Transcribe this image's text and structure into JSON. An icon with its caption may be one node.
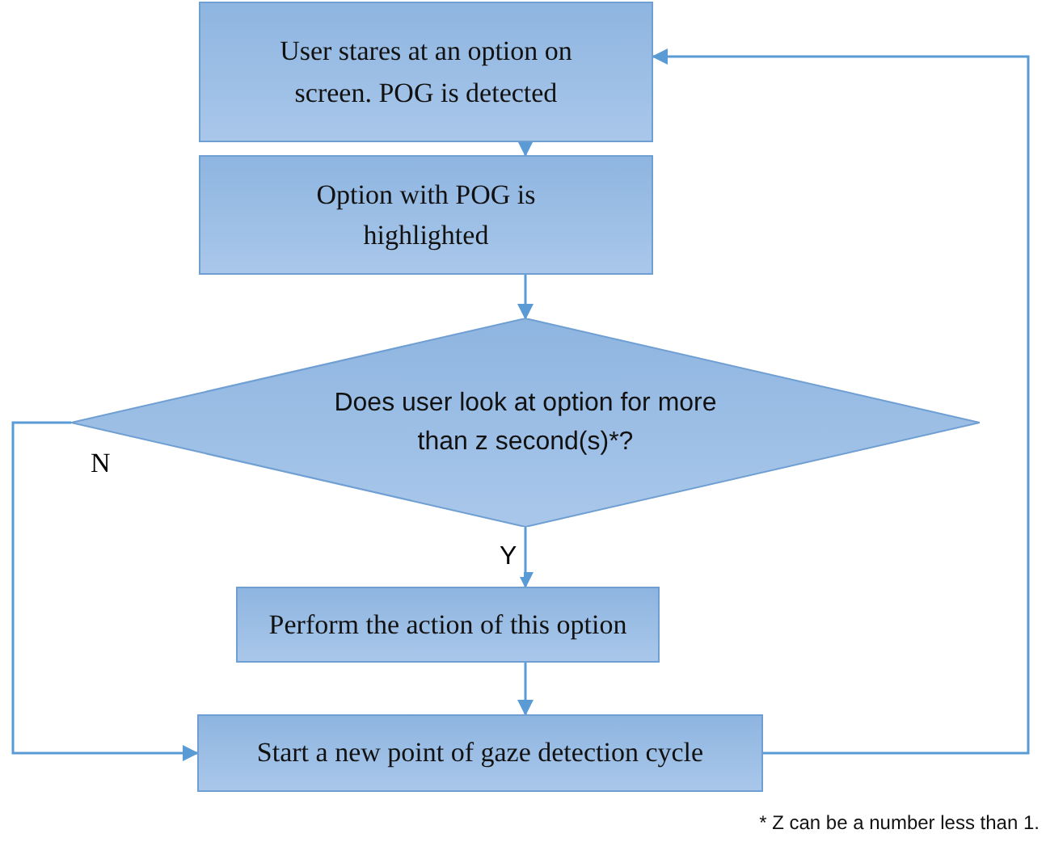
{
  "diagram": {
    "nodes": [
      {
        "text": [
          "User stares at an option on screen. POG is detected"
        ]
      },
      {
        "text": [
          "Option with POG is highlighted"
        ]
      },
      {
        "text": [
          "Does user look at option for more than z second(s)*?"
        ]
      },
      {
        "text": [
          "Perform the action of this option"
        ]
      },
      {
        "text": [
          "Start a new point of gaze detection cycle"
        ]
      }
    ],
    "edges": [
      {
        "from": 0,
        "to": 1,
        "arrow": "to"
      },
      {
        "from": 1,
        "to": 2,
        "arrow": "to"
      },
      {
        "from": 2,
        "to": 3,
        "arrow": "to",
        "label": "Y"
      },
      {
        "from": 3,
        "to": 4,
        "arrow": "to"
      },
      {
        "from": 2,
        "to": 4,
        "arrow": "to",
        "label": "N"
      },
      {
        "from": 4,
        "to": 0,
        "arrow": "to"
      }
    ],
    "labels": [
      "* Z can be a number less than 1."
    ]
  }
}
